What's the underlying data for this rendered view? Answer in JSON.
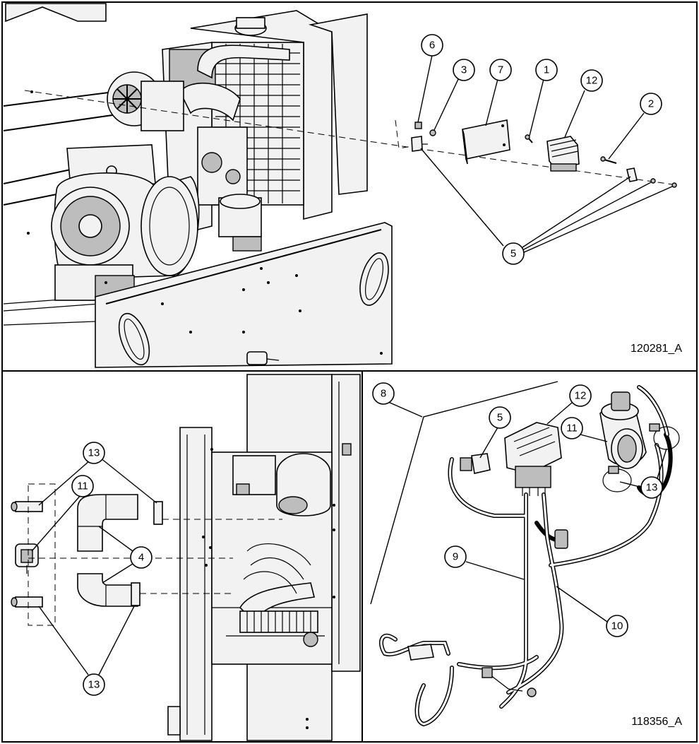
{
  "figure_codes": {
    "top": "120281_A",
    "bottom_right": "118356_A"
  },
  "callouts": {
    "top": [
      "6",
      "3",
      "7",
      "1",
      "12",
      "2",
      "5"
    ],
    "bottom_left": [
      "13",
      "11",
      "4",
      "13"
    ],
    "bottom_right": [
      "8",
      "12",
      "5",
      "11",
      "13",
      "9",
      "10"
    ]
  }
}
